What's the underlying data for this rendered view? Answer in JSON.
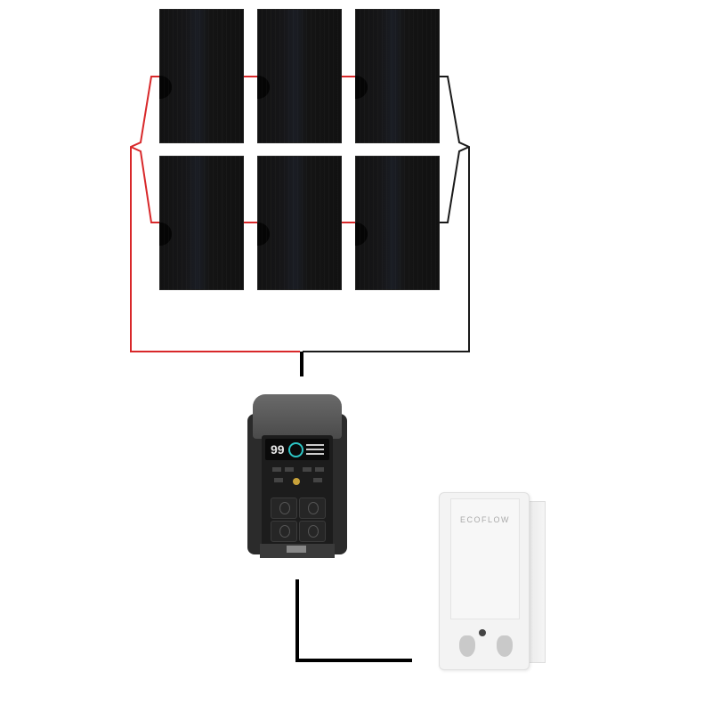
{
  "diagram": {
    "solar_array": {
      "rows": 2,
      "columns": 3,
      "panel_color": "#141414",
      "positive_wire_color": "#d8282a",
      "negative_wire_color": "#1a1a1a"
    },
    "power_station": {
      "display_value": "99",
      "accent_ring_color": "#2cc4c4",
      "body_color": "#2b2b2b"
    },
    "smart_panel": {
      "brand_logo": "ECOFLOW",
      "body_color": "#f3f3f3"
    },
    "connection_cable_color": "#000000"
  }
}
